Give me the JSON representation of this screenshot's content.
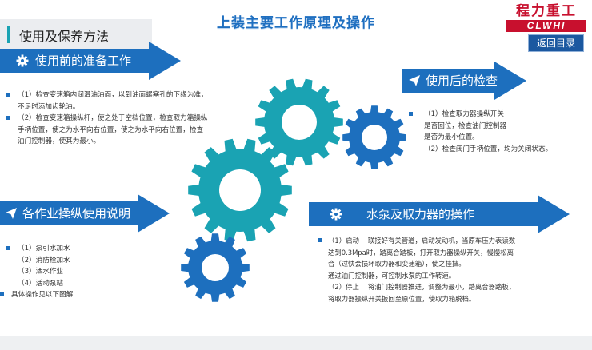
{
  "header": {
    "section_title": "使用及保养方法",
    "main_title": "上装主要工作原理及操作",
    "logo_cn": "程力重工",
    "logo_en": "CLWHI",
    "back_button": "返回目录"
  },
  "sections": {
    "before_use": {
      "title": "使用前的准备工作",
      "icon": "gear-icon",
      "items": [
        "（1）检查变速箱内润滑油油面，以到油面螺塞孔的下缘为准，不足时添加齿轮油。",
        "（2）检查变速箱操纵杆，使之处于空档位置，检查取力箱操纵手柄位置，使之为水平向右位置，使之为水平向右位置，检查油门控制器，使其为最小。"
      ]
    },
    "after_use": {
      "title": "使用后的检查",
      "icon": "paper-plane-icon",
      "lines": [
        "（1）检查取力器操纵开关",
        "是否回位，检查油门控制器",
        "是否为最小位置。",
        "（2）检查阀门手柄位置，均为关闭状态。"
      ]
    },
    "operation_instructions": {
      "title": "各作业操纵使用说明",
      "icon": "paper-plane-icon",
      "items": [
        "（1）泵引水加水",
        "（2）消防栓加水",
        "（3）洒水作业",
        "（4）活动泵站",
        "具体操作见以下图解"
      ]
    },
    "pump_operation": {
      "title": "水泵及取力器的操作",
      "icon": "gear-icon",
      "lines": [
        "（1）启动　 联接好有关管道，启动发动机，当原车压力表读数",
        "达到0.3Mpa时，踏离合踏板，打开取力器操纵开关，慢慢松离",
        "合（过快会损坏取力器和变速箱），使之挂挡。",
        "通过油门控制器，可控制水泵的工作转速。",
        "（2）停止　 将油门控制器推进，调整为最小，踏离合器踏板，",
        "将取力器操纵开关扳回至原位置，使取力箱脱档。"
      ]
    }
  },
  "colors": {
    "banner_blue": "#1d6fbe",
    "gear_teal": "#1aa3b3",
    "gear_blue": "#1d6fbe",
    "logo_red": "#c8102e"
  }
}
